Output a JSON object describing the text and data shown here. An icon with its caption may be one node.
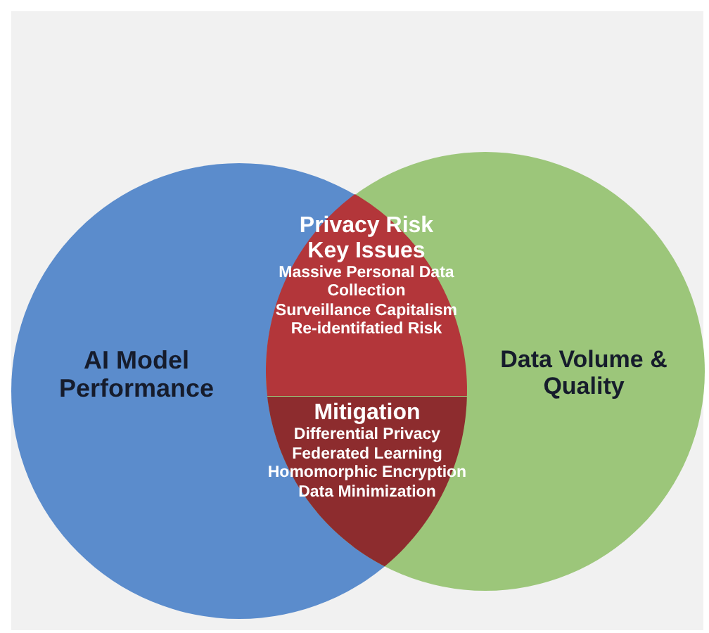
{
  "diagram": {
    "nodes": [
      {
        "text": [
          "AI Model Performance"
        ]
      },
      {
        "text": [
          "Data Volume & Quality"
        ]
      },
      {
        "text": [
          "Privacy Risk Key Issues",
          "Massive Personal Data Collection",
          "Surveillance Capitalism",
          "Re-identifatied Risk"
        ]
      },
      {
        "text": [
          "Mitigation",
          "Differential Privacy",
          "Federated Learning",
          "Homomorphic Encryption",
          "Data Minimization"
        ]
      }
    ]
  }
}
